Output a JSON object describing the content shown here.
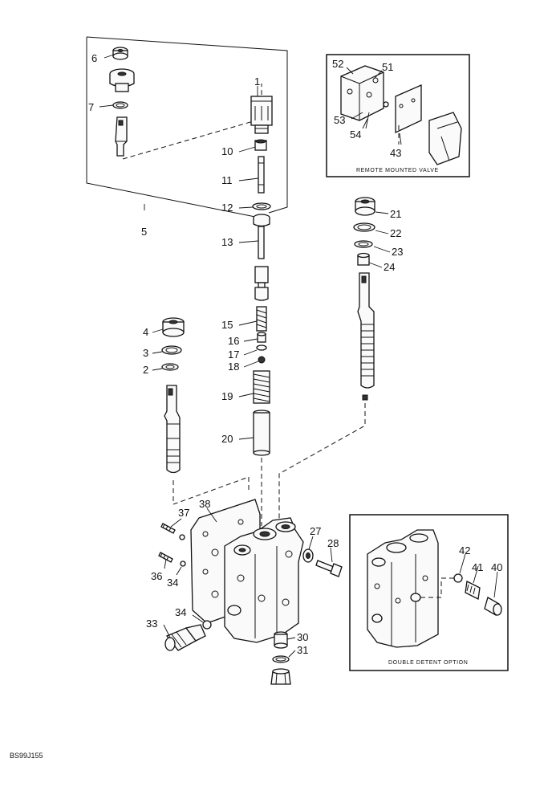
{
  "callouts": {
    "c1": "1",
    "c2": "2",
    "c3": "3",
    "c4": "4",
    "c5": "5",
    "c6": "6",
    "c7": "7",
    "c10": "10",
    "c11": "11",
    "c12": "12",
    "c13": "13",
    "c15": "15",
    "c16": "16",
    "c17": "17",
    "c18": "18",
    "c19": "19",
    "c20": "20",
    "c21": "21",
    "c22": "22",
    "c23": "23",
    "c24": "24",
    "c27": "27",
    "c28": "28",
    "c30": "30",
    "c31": "31",
    "c33": "33",
    "c34a": "34",
    "c34b": "34",
    "c36": "36",
    "c37": "37",
    "c38": "38",
    "c40": "40",
    "c41": "41",
    "c42": "42",
    "c43": "43",
    "c51": "51",
    "c52": "52",
    "c53": "53",
    "c54": "54"
  },
  "insets": {
    "remote_caption": "REMOTE MOUNTED VALVE",
    "detent_caption": "DOUBLE DETENT OPTION"
  },
  "figure_code": "BS99J155"
}
